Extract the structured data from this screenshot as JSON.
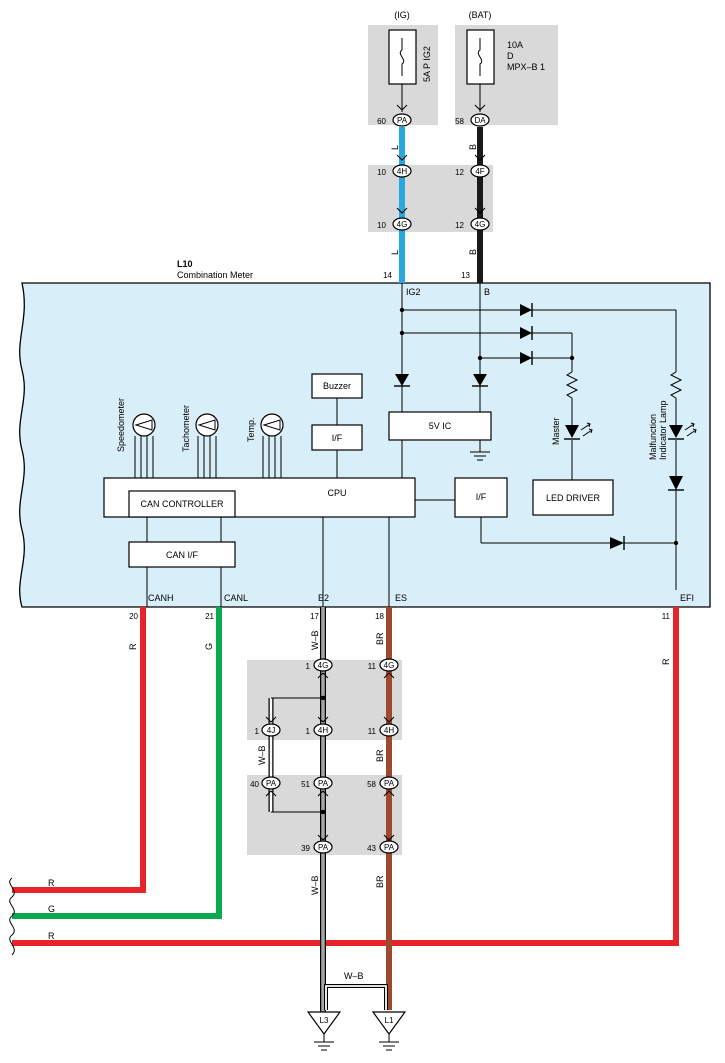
{
  "fuses": [
    {
      "source": "(IG)",
      "label": "5A P IG2"
    },
    {
      "source": "(BAT)",
      "label_lines": [
        "10A",
        "D",
        "MPX–B 1"
      ]
    }
  ],
  "component": {
    "id": "L10",
    "name": "Combination Meter"
  },
  "meter_pins": {
    "ig2": "IG2",
    "b": "B",
    "canh": "CANH",
    "canl": "CANL",
    "e2": "E2",
    "es": "ES",
    "efi": "EFI"
  },
  "blocks": {
    "buzzer": "Buzzer",
    "if_buzzer": "I/F",
    "five_v_ic": "5V IC",
    "cpu": "CPU",
    "can_controller": "CAN CONTROLLER",
    "can_if": "CAN I/F",
    "if_cpu": "I/F",
    "led_driver": "LED DRIVER"
  },
  "gauges": [
    "Speedometer",
    "Tachometer",
    "Temp."
  ],
  "indicators": {
    "master": "Master",
    "malfunction_line1": "Malfunction",
    "malfunction_line2": "Indicator Lamp"
  },
  "connectors": {
    "top_ig": [
      {
        "pin": "60",
        "code": "PA"
      },
      {
        "pin": "10",
        "code": "4H"
      },
      {
        "pin": "10",
        "code": "4G"
      },
      {
        "pin": "14",
        "code": ""
      }
    ],
    "top_bat": [
      {
        "pin": "58",
        "code": "DA"
      },
      {
        "pin": "12",
        "code": "4F"
      },
      {
        "pin": "12",
        "code": "4G"
      },
      {
        "pin": "13",
        "code": ""
      }
    ],
    "bottom_pins": {
      "canh": "20",
      "canl": "21",
      "e2": "17",
      "es": "18",
      "efi": "11"
    },
    "e2_chain": [
      {
        "pin": "1",
        "code": "4G"
      },
      {
        "pin": "1",
        "code": "4H"
      },
      {
        "pin": "51",
        "code": "PA"
      },
      {
        "pin": "39",
        "code": "PA"
      }
    ],
    "side_chain": [
      {
        "pin": "1",
        "code": "4J"
      },
      {
        "pin": "40",
        "code": "PA"
      }
    ],
    "es_chain": [
      {
        "pin": "11",
        "code": "4G"
      },
      {
        "pin": "11",
        "code": "4H"
      },
      {
        "pin": "58",
        "code": "PA"
      },
      {
        "pin": "43",
        "code": "PA"
      }
    ]
  },
  "wire_labels": {
    "ig_top": "L",
    "ig_mid": "L",
    "bat_top": "B",
    "bat_mid": "B",
    "canh": "R",
    "canl": "G",
    "e2": "W–B",
    "es": "BR",
    "efi": "R",
    "side": "W–B",
    "es_mid": "BR",
    "e2_low": "W–B",
    "es_low": "BR",
    "bottom_r1": "R",
    "bottom_g": "G",
    "bottom_r2": "R",
    "ground_link": "W–B"
  },
  "grounds": [
    "L3",
    "L1"
  ],
  "colors": {
    "blue": "#29a8e0",
    "black": "#1a1a1a",
    "red": "#e8232a",
    "green": "#0aa84f",
    "brown": "#9b4a2c",
    "meter_bg": "#d8eef8",
    "connector_bg": "#d9d9d9"
  }
}
